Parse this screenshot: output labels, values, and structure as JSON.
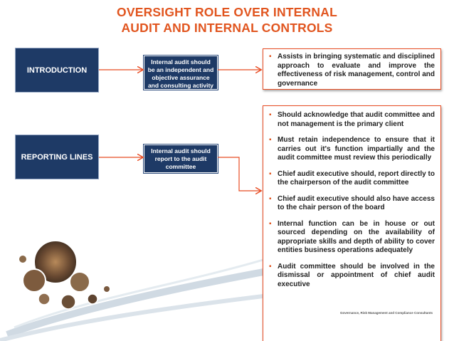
{
  "title": {
    "line1": "OVERSIGHT ROLE OVER INTERNAL",
    "line2": "AUDIT AND INTERNAL CONTROLS"
  },
  "rows": [
    {
      "label": "INTRODUCTION",
      "description": "Internal audit should be an independent and objective assurance and consulting activity"
    },
    {
      "label": "REPORTING LINES",
      "description": "Internal audit should report to the audit committee"
    }
  ],
  "intro_points": [
    "Assists in bringing systematic and disciplined approach to evaluate and improve the effectiveness of risk management, control and governance"
  ],
  "reporting_points": [
    "Should acknowledge that audit committee and not management is the primary client",
    "Must retain independence to ensure that it carries out it's function impartially and the audit committee must review this periodically",
    "Chief audit executive should, report directly to the chairperson of the audit committee",
    "Chief audit executive should also have access to the chair person of the board",
    "Internal function can be in house or out sourced depending on the availability of appropriate skills and depth of ability to cover entities business operations adequately",
    "Audit committee should be involved in the dismissal or appointment of chief audit executive"
  ],
  "footer_text": "Governance, Risk Management and Compliance Consultants",
  "colors": {
    "title": "#e1551f",
    "navy": "#1e3a66",
    "connector": "#e84c23"
  }
}
